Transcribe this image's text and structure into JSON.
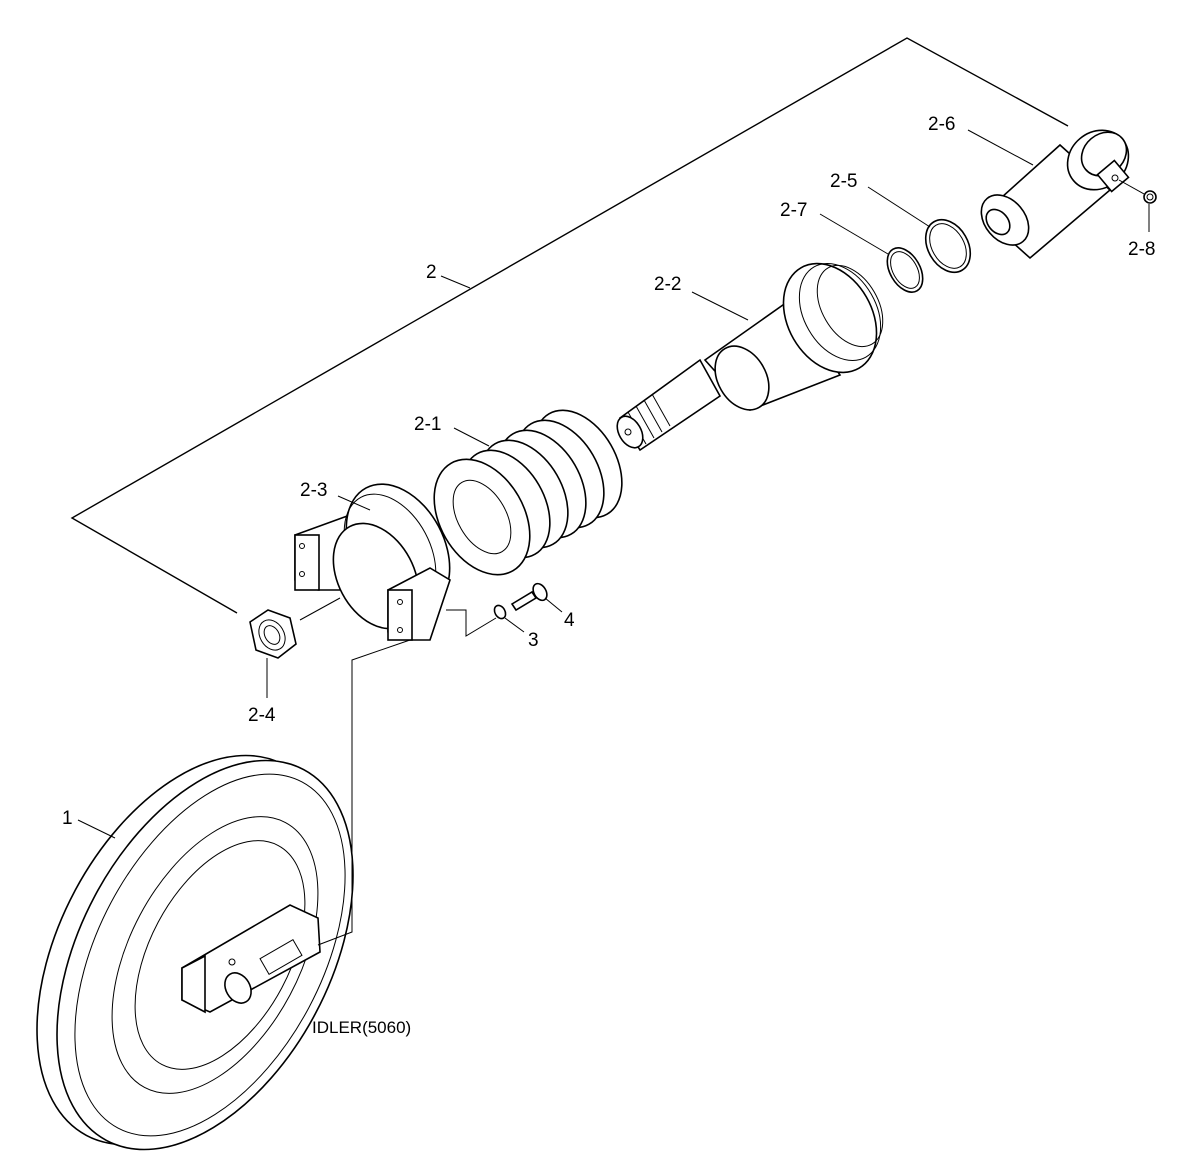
{
  "caption": "IDLER(5060)",
  "labels": {
    "p1": "1",
    "p2": "2",
    "p2_1": "2-1",
    "p2_2": "2-2",
    "p2_3": "2-3",
    "p2_4": "2-4",
    "p2_5": "2-5",
    "p2_6": "2-6",
    "p2_7": "2-7",
    "p2_8": "2-8",
    "p3": "3",
    "p4": "4"
  }
}
